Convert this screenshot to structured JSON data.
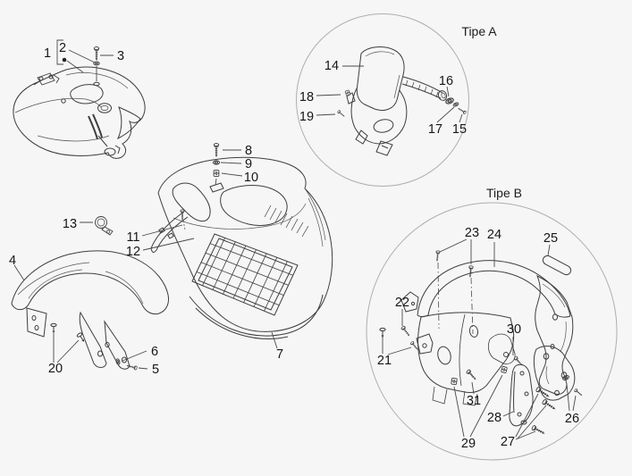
{
  "diagram": {
    "background_color": "#f6f6f6",
    "artwork_line_color": "#3e3e3e",
    "leader_line_color": "#4a4a4a",
    "label_color": "#161616",
    "detail_circle_color": "#aeaeae"
  },
  "sections": {
    "tipe_a": "Tipe A",
    "tipe_b": "Tipe B"
  },
  "icons": {
    "screw": "screw-icon",
    "washer": "washer-icon",
    "clip_nut": "clip-nut-icon",
    "rivet_pin": "rivet-pin-icon",
    "cable_clamp": "cable-clamp-icon"
  },
  "callouts": {
    "c1": "1",
    "c2": "2",
    "c3": "3",
    "c4": "4",
    "c5": "5",
    "c6": "6",
    "c7": "7",
    "c8": "8",
    "c9": "9",
    "c10": "10",
    "c11": "11",
    "c12": "12",
    "c13": "13",
    "c14": "14",
    "c15": "15",
    "c16": "16",
    "c17": "17",
    "c18": "18",
    "c19": "19",
    "c20": "20",
    "c21": "21",
    "c22": "22",
    "c23": "23",
    "c24": "24",
    "c25": "25",
    "c26": "26",
    "c27": "27",
    "c28": "28",
    "c29": "29",
    "c30": "30",
    "c31": "31"
  }
}
